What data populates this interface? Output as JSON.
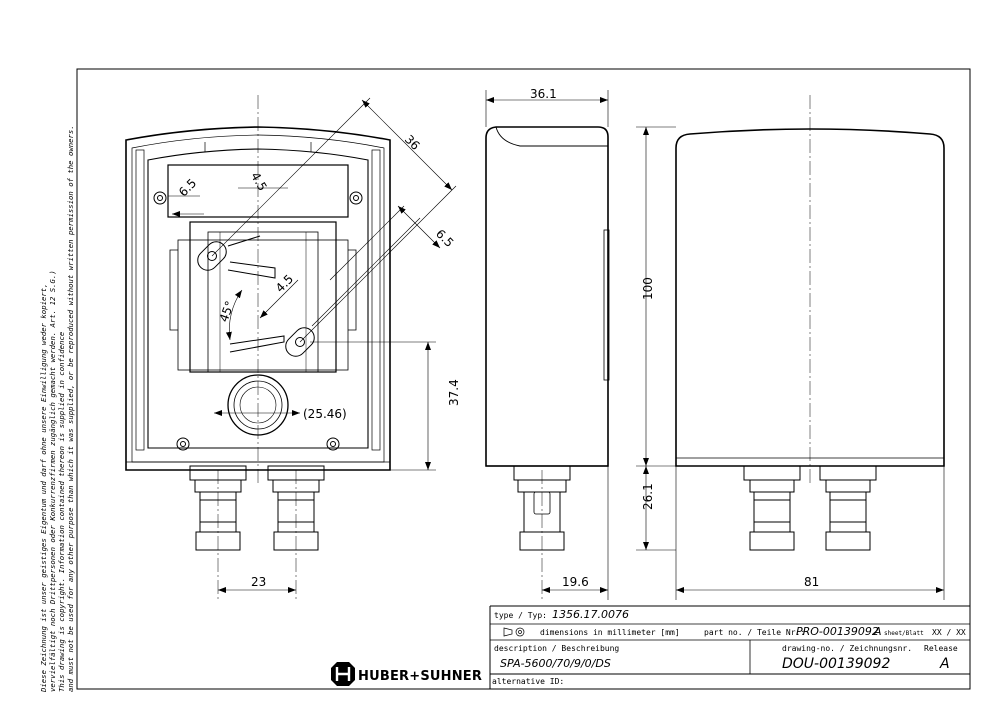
{
  "side_notes": [
    "Diese Zeichnung ist unser geistiges Eigentum und darf ohne unsere Einwilligung weder kopiert,",
    "vervielfältigt noch Drittpersonen oder Konkurrenzfirmen zugänglich gemacht werden. Art. 12 S.G.)",
    "This drawing is copyright. Information contained thereon is supplied in confidence",
    "and must not be used for any other purpose than which it was supplied, or be reproduced without written permission of the owners."
  ],
  "dimensions": {
    "front_hole_angle": "36",
    "front_left_65": "6.5",
    "front_45_top": "4.5",
    "front_right_65": "6.5",
    "front_45_mid": "4.5",
    "front_angle": "45°",
    "front_spacing": "(25.46)",
    "front_height_374": "37.4",
    "front_connector_spacing": "23",
    "side_width": "36.1",
    "side_height": "100",
    "side_connector_height": "26.1",
    "side_connector_offset": "19.6",
    "back_width": "81"
  },
  "title_block": {
    "type_label": "type / Typ:",
    "type_value": "1356.17.0076",
    "units_text": "dimensions in millimeter [mm]",
    "part_label": "part no. / Teile Nr.:",
    "part_value": "PRO-00139092",
    "sheet_rev": "A",
    "sheet_label": "sheet/Blatt",
    "sheet_value": "XX / XX",
    "desc_label": "description / Beschreibung",
    "desc_value": "SPA-5600/70/9/0/DS",
    "drawing_label": "drawing-no. / Zeichnungsnr.",
    "drawing_value": "DOU-00139092",
    "release_label": "Release",
    "release_value": "A",
    "alt_label": "alternative ID:",
    "logo_text": "HUBER+SUHNER"
  }
}
